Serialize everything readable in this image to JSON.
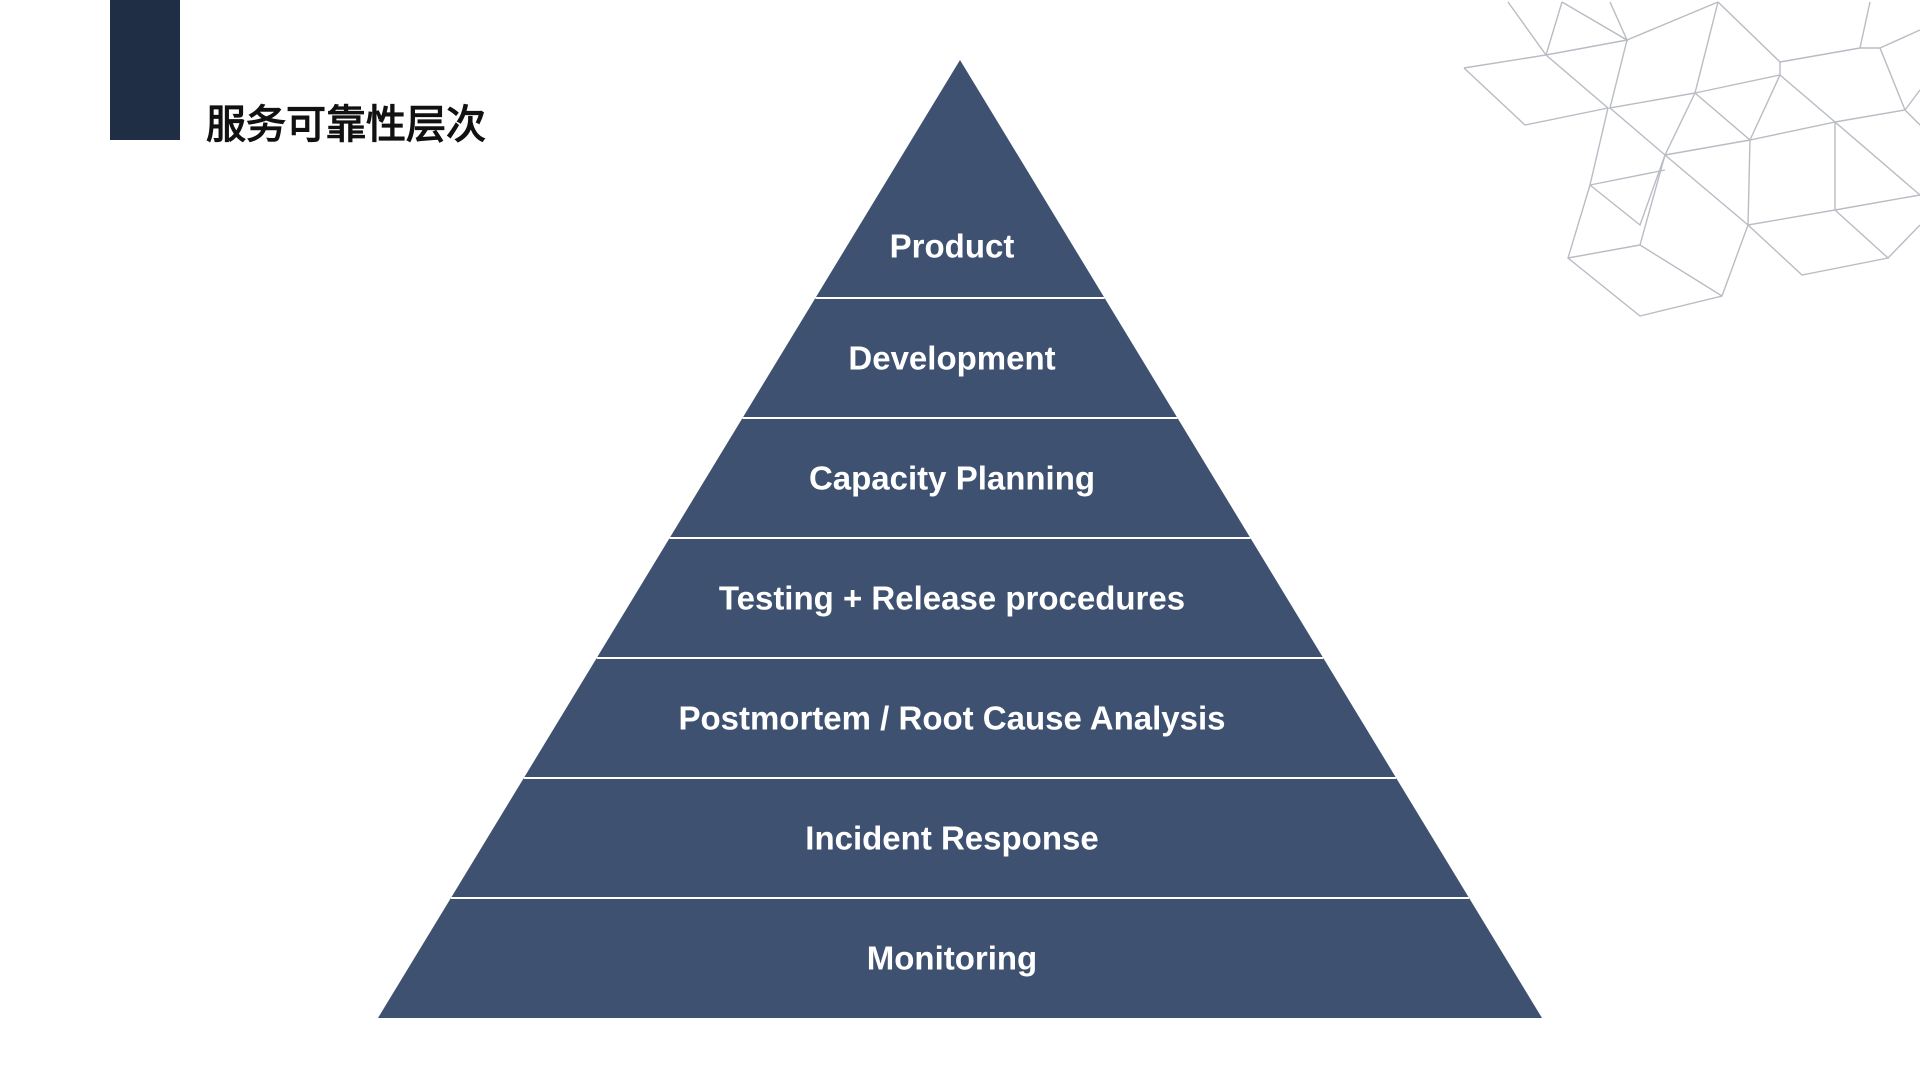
{
  "slide": {
    "title": "服务可靠性层次"
  },
  "colors": {
    "accent_bar": "#1f2d45",
    "pyramid_fill": "#3e5170",
    "separator": "#ffffff",
    "label_text": "#ffffff",
    "deco_lines": "#b9bcc4"
  },
  "decoration": {
    "icon": "wireframe-cubes-icon"
  },
  "pyramid": {
    "levels": [
      {
        "label": "Product"
      },
      {
        "label": "Development"
      },
      {
        "label": "Capacity Planning"
      },
      {
        "label": "Testing + Release procedures"
      },
      {
        "label": "Postmortem / Root Cause Analysis"
      },
      {
        "label": "Incident Response"
      },
      {
        "label": "Monitoring"
      }
    ]
  }
}
